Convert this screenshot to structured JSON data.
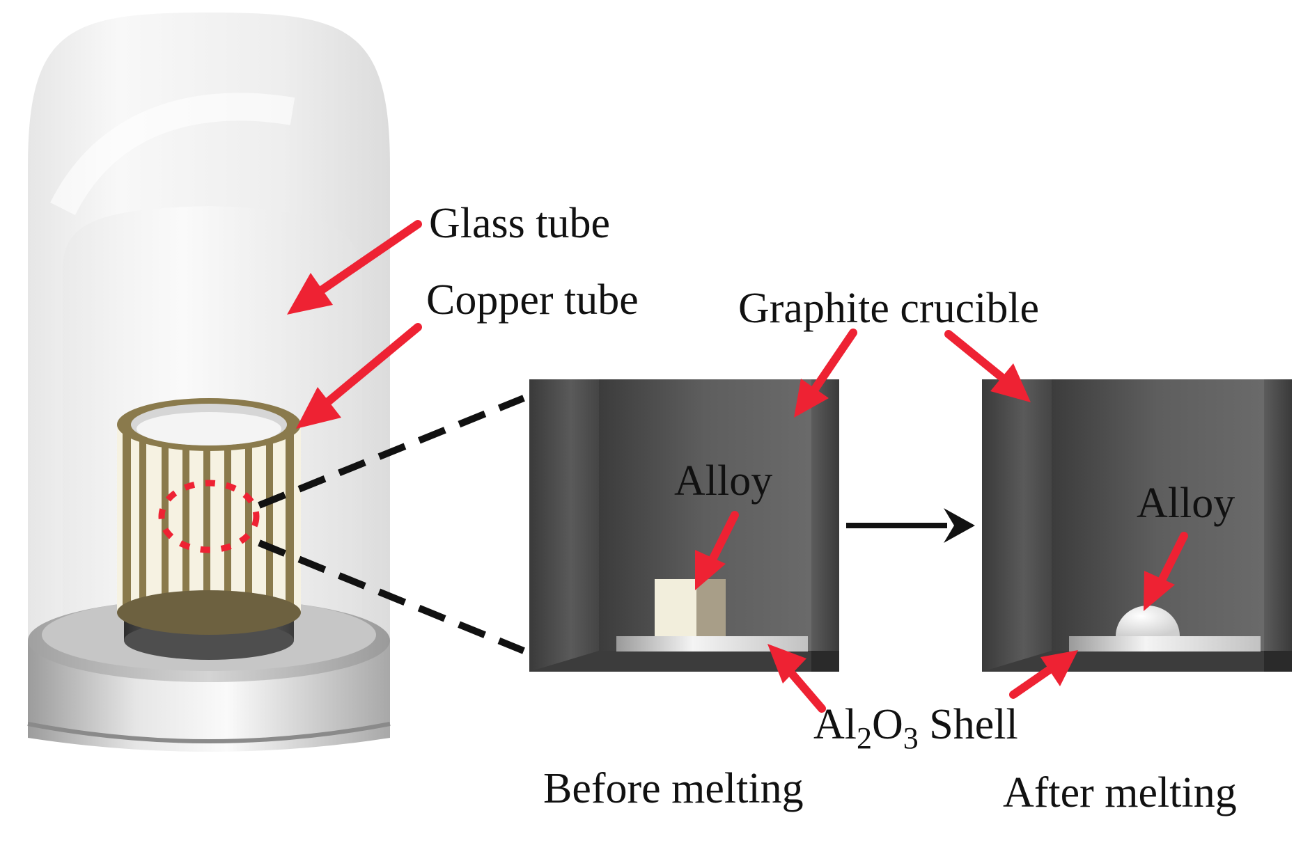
{
  "labels": {
    "glass_tube": "Glass tube",
    "copper_tube": "Copper tube",
    "graphite_crucible": "Graphite crucible",
    "alloy_before": "Alloy",
    "alloy_after": "Alloy",
    "shell_prefix": "Al",
    "shell_sub1": "2",
    "shell_mid": "O",
    "shell_sub2": "3",
    "shell_suffix": " Shell",
    "before_melting": "Before melting",
    "after_melting": "After melting"
  },
  "colors": {
    "arrow_red": "#ee2233",
    "crucible_dark": "#4a4a4a",
    "glass": "#e9e9e9",
    "copper_stripe": "#8a7a4c",
    "alloy_cube": "#f2eedc"
  }
}
